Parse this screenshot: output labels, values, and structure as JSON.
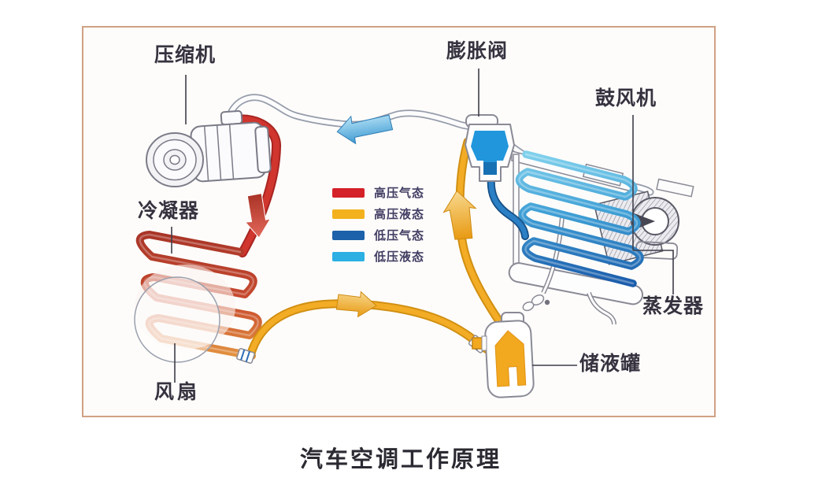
{
  "title": "汽车空调工作原理",
  "diagram": {
    "labels": {
      "compressor": "压缩机",
      "expansion_valve": "膨胀阀",
      "blower": "鼓风机",
      "condenser": "冷凝器",
      "fan": "风扇",
      "evaporator": "蒸发器",
      "receiver_drier": "储液罐"
    },
    "legend": {
      "items": [
        {
          "label": "高压气态",
          "color": "#d42029"
        },
        {
          "label": "高压液态",
          "color": "#f3b11d"
        },
        {
          "label": "低压气态",
          "color": "#1c61a9"
        },
        {
          "label": "低压液态",
          "color": "#2cafe3"
        }
      ]
    },
    "flow_colors": {
      "high_pressure_gas": "#d42029",
      "high_pressure_liquid": "#f3b11d",
      "low_pressure_gas": "#1c61a9",
      "low_pressure_liquid": "#2cafe3"
    },
    "frame_border_color": "#cfa184"
  }
}
